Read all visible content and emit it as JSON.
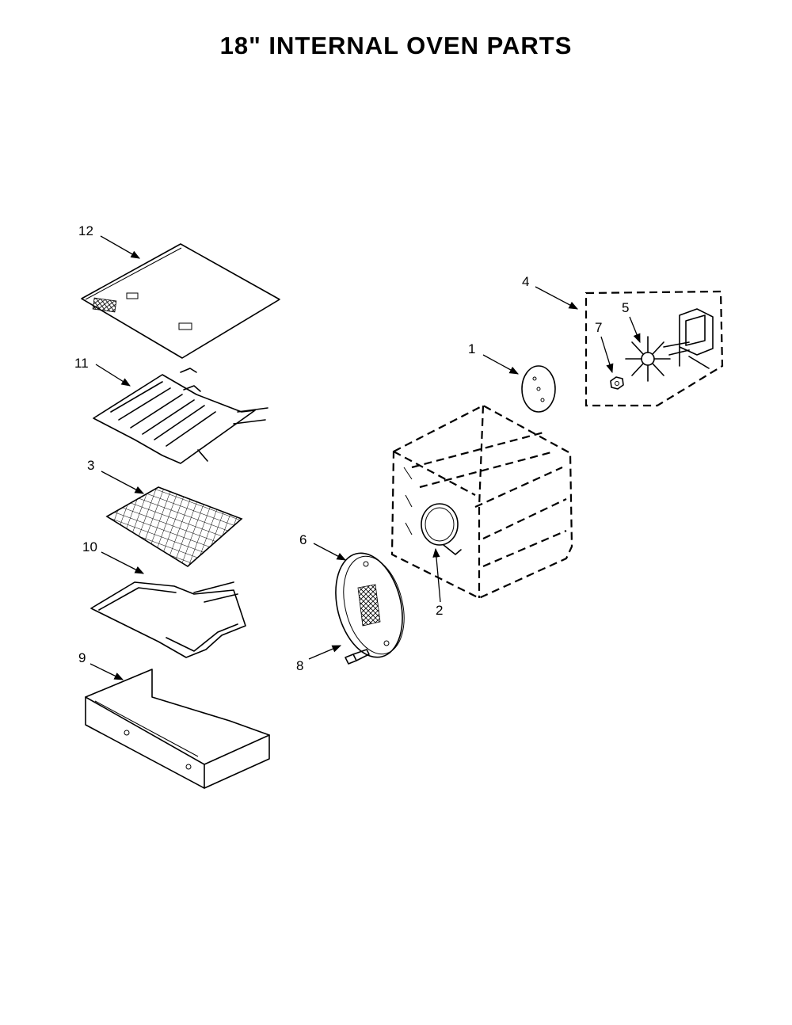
{
  "title": "18\" INTERNAL OVEN PARTS",
  "callouts": [
    {
      "id": "12",
      "label": "12"
    },
    {
      "id": "11",
      "label": "11"
    },
    {
      "id": "3",
      "label": "3"
    },
    {
      "id": "10",
      "label": "10"
    },
    {
      "id": "9",
      "label": "9"
    },
    {
      "id": "6",
      "label": "6"
    },
    {
      "id": "8",
      "label": "8"
    },
    {
      "id": "2",
      "label": "2"
    },
    {
      "id": "1",
      "label": "1"
    },
    {
      "id": "4",
      "label": "4"
    },
    {
      "id": "5",
      "label": "5"
    },
    {
      "id": "7",
      "label": "7"
    }
  ]
}
